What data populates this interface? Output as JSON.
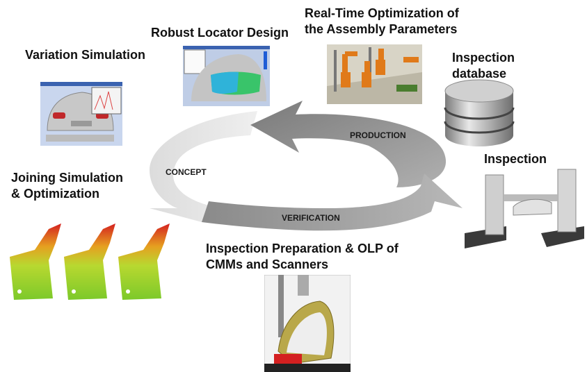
{
  "stages": {
    "variation_simulation": "Variation Simulation",
    "robust_locator": "Robust Locator Design",
    "realtime_opt_line1": "Real-Time Optimization of",
    "realtime_opt_line2": "the Assembly Parameters",
    "inspection_db_line1": "Inspection",
    "inspection_db_line2": "database",
    "inspection": "Inspection",
    "joining_line1": "Joining Simulation",
    "joining_line2": "& Optimization",
    "inspection_prep_line1": "Inspection Preparation & OLP of",
    "inspection_prep_line2": "CMMs and Scanners"
  },
  "cycle": {
    "concept": "CONCEPT",
    "production": "PRODUCTION",
    "verification": "VERIFICATION"
  },
  "icons": [
    "car-simulation-image",
    "locator-design-image",
    "robot-cell-image",
    "database-icon",
    "cmm-machine-image",
    "car-part-heatmap-image",
    "cmm-inspection-image"
  ]
}
